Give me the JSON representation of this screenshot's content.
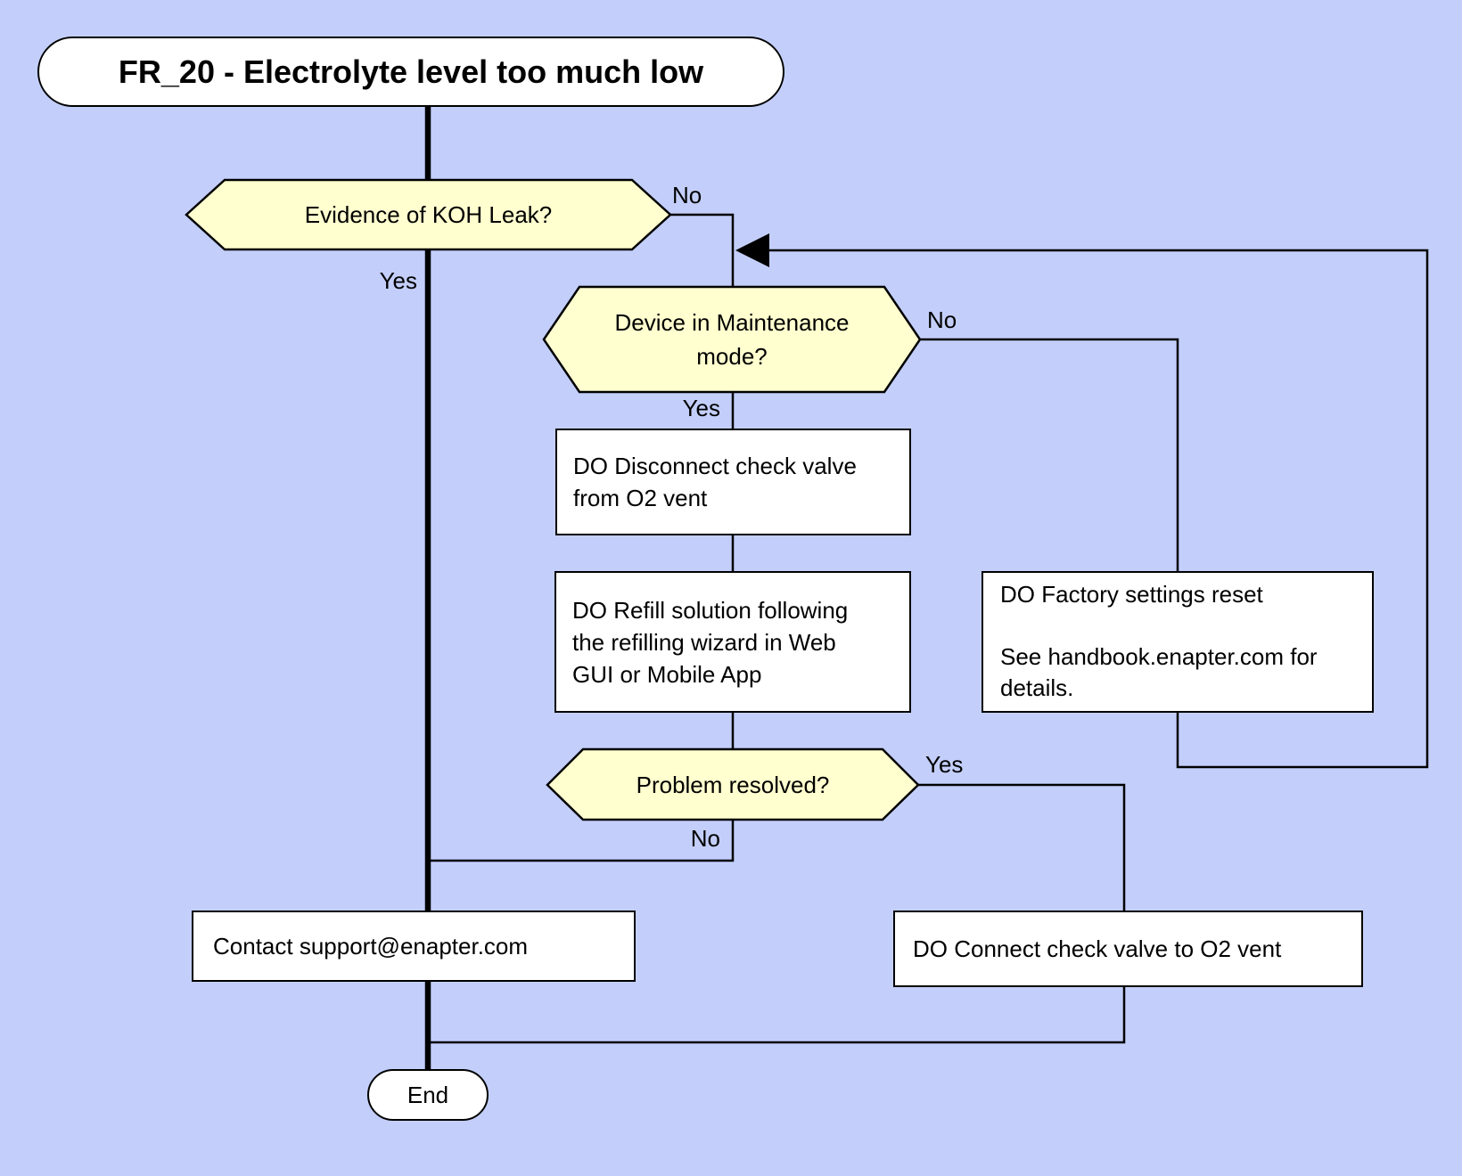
{
  "colors": {
    "bg": "#c3cffa",
    "node": "#ffffff",
    "decision": "#ffffcf",
    "line": "#000000"
  },
  "title": {
    "label": "FR_20 - Electrolyte level too much low"
  },
  "nodes": {
    "koh_leak": "Evidence of KOH Leak?",
    "maintenance": "Device in Maintenance\nmode?",
    "disconnect": "DO Disconnect check valve\nfrom O2 vent",
    "refill": "DO Refill solution following\nthe refilling wizard in Web\nGUI or Mobile App",
    "factory": "DO Factory settings reset\n\nSee handbook.enapter.com for\ndetails.",
    "problem": "Problem resolved?",
    "contact": "Contact support@enapter.com",
    "connect": "DO Connect check valve to O2 vent",
    "end": "End"
  },
  "edge_labels": {
    "koh_no": "No",
    "koh_yes": "Yes",
    "maintenance_no": "No",
    "maintenance_yes": "Yes",
    "problem_yes": "Yes",
    "problem_no": "No"
  }
}
